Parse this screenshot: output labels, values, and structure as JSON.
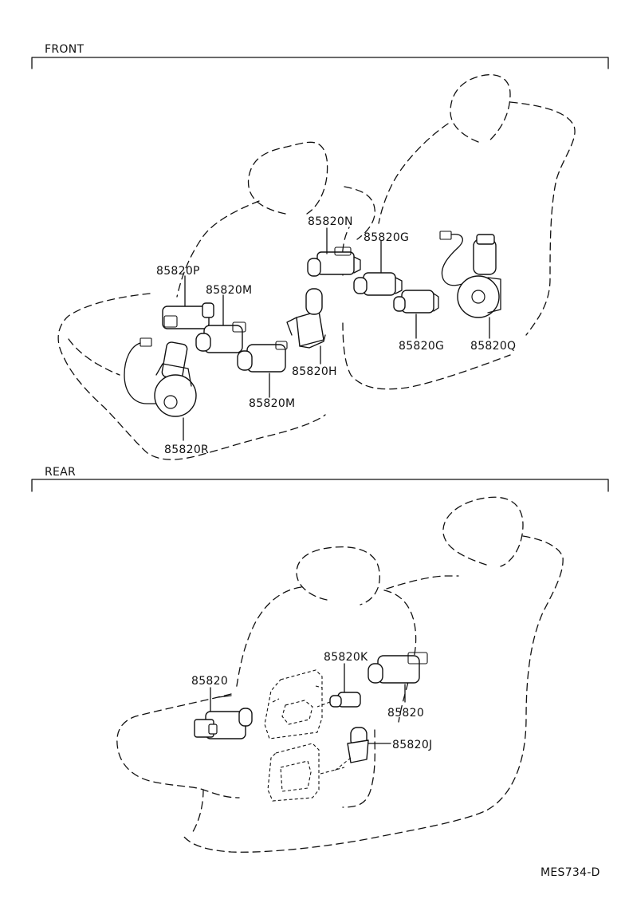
{
  "sections": {
    "front": "FRONT",
    "rear": "REAR"
  },
  "labels": {
    "p85820N": "85820N",
    "p85820G_top": "85820G",
    "p85820P": "85820P",
    "p85820M_top": "85820M",
    "p85820G_bottom": "85820G",
    "p85820Q": "85820Q",
    "p85820H": "85820H",
    "p85820M_bottom": "85820M",
    "p85820R": "85820R",
    "p85820K": "85820K",
    "p85820_left": "85820",
    "p85820_right": "85820",
    "p85820J": "85820J"
  },
  "reference_code": "MES734-D"
}
